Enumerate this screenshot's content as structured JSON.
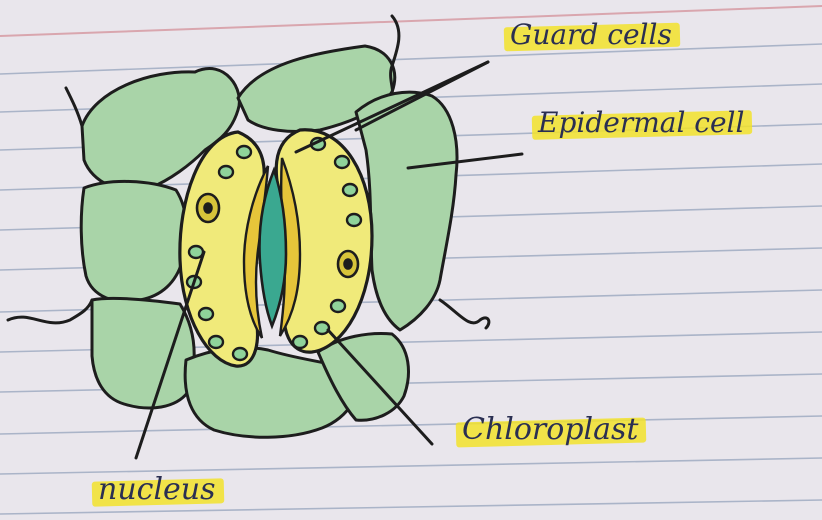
{
  "labels": {
    "guard_cells": "Guard cells",
    "epidermal_cell": "Epidermal cell",
    "chloroplast": "Chloroplast",
    "nucleus": "nucleus"
  },
  "colors": {
    "paper": "#e9e6ec",
    "ruled_line": "#aab4c8",
    "margin_line": "#d9a6ae",
    "epidermal_fill": "#a9d4a8",
    "guard_fill": "#f0ea7a",
    "pore_fill": "#3aa890",
    "highlighter": "#f2e22c",
    "ink": "#1d1d1d",
    "label_ink": "#2a2f52"
  }
}
